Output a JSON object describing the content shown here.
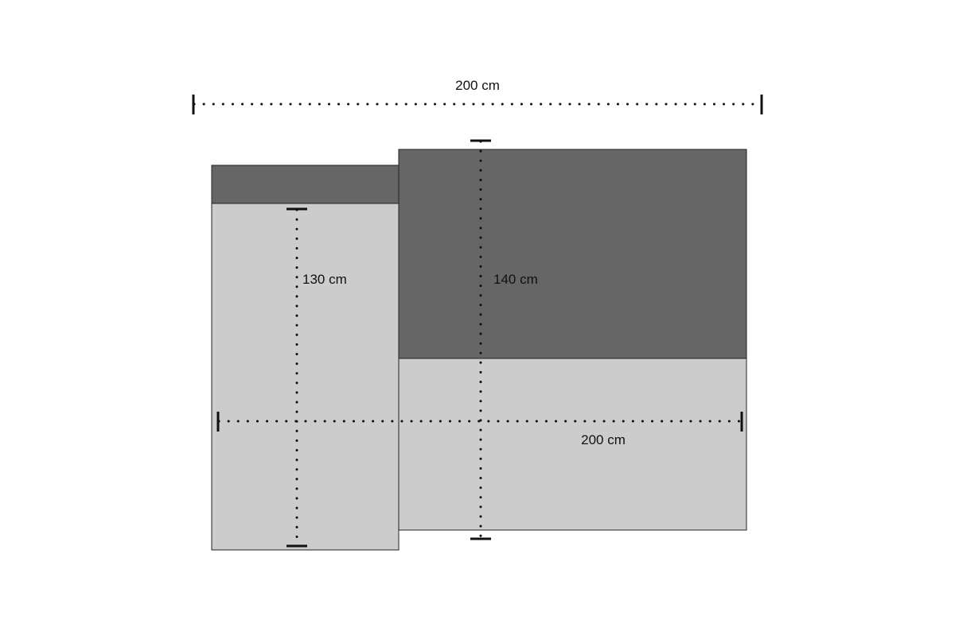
{
  "dimensions": {
    "top_width": "200 cm",
    "bottom_width": "200 cm",
    "left_height": "130 cm",
    "right_height": "140 cm"
  },
  "colors": {
    "dark_fill": "#666666",
    "light_fill": "#cccccc",
    "line": "#111111",
    "background": "#ffffff"
  }
}
